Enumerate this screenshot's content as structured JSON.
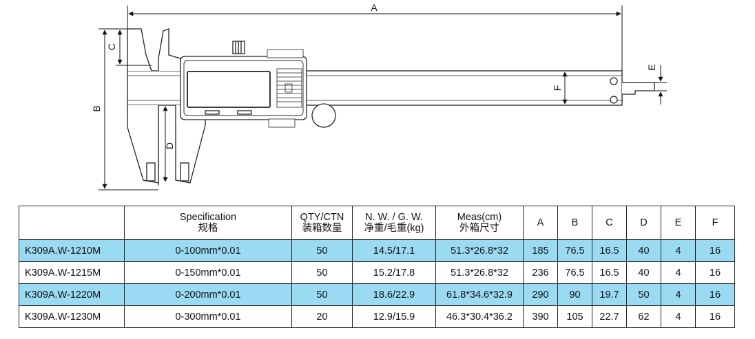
{
  "drawing": {
    "dimension_labels": {
      "A": "A",
      "B": "B",
      "C": "C",
      "D": "D",
      "E": "E",
      "F": "F"
    }
  },
  "table": {
    "headers": [
      {
        "line1": "",
        "line2": ""
      },
      {
        "line1": "Specification",
        "line2": "规格"
      },
      {
        "line1": "QTY/CTN",
        "line2": "装箱数量"
      },
      {
        "line1": "N. W. / G. W.",
        "line2": "净重/毛重(kg)"
      },
      {
        "line1": "Meas(cm)",
        "line2": "外箱尺寸"
      },
      {
        "line1": "A",
        "line2": ""
      },
      {
        "line1": "B",
        "line2": ""
      },
      {
        "line1": "C",
        "line2": ""
      },
      {
        "line1": "D",
        "line2": ""
      },
      {
        "line1": "E",
        "line2": ""
      },
      {
        "line1": "F",
        "line2": ""
      }
    ],
    "rows": [
      {
        "highlight": true,
        "cells": [
          "K309A.W-1210M",
          "0-100mm*0.01",
          "50",
          "14.5/17.1",
          "51.3*26.8*32",
          "185",
          "76.5",
          "16.5",
          "40",
          "4",
          "16"
        ]
      },
      {
        "highlight": false,
        "cells": [
          "K309A.W-1215M",
          "0-150mm*0.01",
          "50",
          "15.2/17.8",
          "51.3*26.8*32",
          "236",
          "76.5",
          "16.5",
          "40",
          "4",
          "16"
        ]
      },
      {
        "highlight": true,
        "cells": [
          "K309A.W-1220M",
          "0-200mm*0.01",
          "50",
          "18.6/22.9",
          "61.8*34.6*32.9",
          "290",
          "90",
          "19.7",
          "50",
          "4",
          "16"
        ]
      },
      {
        "highlight": false,
        "cells": [
          "K309A.W-1230M",
          "0-300mm*0.01",
          "20",
          "12.9/15.9",
          "46.3*30.4*36.2",
          "390",
          "105",
          "22.7",
          "62",
          "4",
          "16"
        ]
      }
    ]
  },
  "colors": {
    "row_highlight": "#9bdaf3",
    "line": "#222222"
  }
}
